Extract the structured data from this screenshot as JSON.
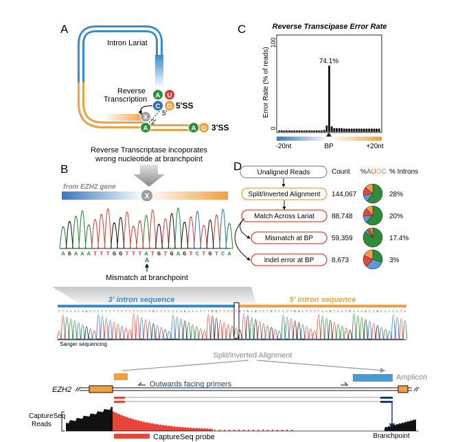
{
  "panel_a": {
    "letter": "A",
    "lariat_label": "Intron Lariat",
    "rt_label_1": "Reverse",
    "rt_label_2": "Transcription",
    "five_ss": "5'SS",
    "three_ss": "3'SS",
    "prime5": "5'",
    "prime2": "2'",
    "nuc_A": "A",
    "nuc_U": "U",
    "nuc_C": "C",
    "nuc_G": "G",
    "nuc_X": "X",
    "caption_1": "Reverse Transcriptase incoporates",
    "caption_2": "wrong nucleotide at branchpoint"
  },
  "panel_b": {
    "letter": "B",
    "gene_label": "from EZH2 gene",
    "x_label": "X",
    "sequence": [
      "A",
      "G",
      "A",
      "A",
      "A",
      "T",
      "T",
      "T",
      "G",
      "G",
      "T",
      "T",
      "T",
      "A",
      "T",
      "G",
      "T",
      "G",
      "A",
      "G",
      "T",
      "C",
      "T",
      "G",
      "T",
      "C",
      "A"
    ],
    "alt_base": "A",
    "mismatch_label": "Mismatch at branchpoint",
    "intron3_label": "3' intron sequence",
    "intron5_label": "5' intron sequence",
    "sanger_label": "Sanger sequencing"
  },
  "panel_c": {
    "letter": "C",
    "title": "Reverse Transcipase Error Rate",
    "ylabel": "Error Rate (% of reads)",
    "peak_label": "74.1%",
    "x_ticks": [
      "-20nt",
      "BP",
      "+20nt"
    ],
    "y_ticks": [
      "0",
      "100"
    ]
  },
  "panel_d": {
    "letter": "D",
    "col_count": "Count",
    "col_pct_prefix": "%",
    "col_A": "A",
    "col_U": "U",
    "col_G": "G",
    "col_C": "C",
    "col_introns": "% Introns",
    "rows": [
      {
        "label": "Unaligned Reads",
        "count": "",
        "pct": ""
      },
      {
        "label": "Split/Inverted Alignment",
        "count": "144,067",
        "pct": "28%"
      },
      {
        "label": "Match Across Lariat",
        "count": "88,748",
        "pct": "20%"
      },
      {
        "label": "Mismatch at BP",
        "count": "59,359",
        "pct": "17.4%"
      },
      {
        "label": "Indel error at BP",
        "count": "8,673",
        "pct": "3%"
      }
    ]
  },
  "bottom": {
    "split_label": "Split/inverted Alignment",
    "primers_label": "Outwards facing primers",
    "amplicon_label": "Amplicon",
    "gene_label": "EZH2",
    "captureseq_1": "CaptureSeq",
    "captureseq_2": "Reads",
    "probe_label": "CaptureSeq probe",
    "branchpoint_label": "Branchpoint"
  },
  "colors": {
    "blue": "#3a8cc8",
    "orange": "#f0a040",
    "red": "#e8453a",
    "green": "#2e8b3a",
    "navy": "#1a3f6e",
    "gray": "#9a9a9a",
    "pie_green": "#2e8b3a",
    "pie_blue": "#5b9bd5",
    "pie_red": "#e8453a",
    "pie_orange": "#f0a040"
  },
  "chart_data": {
    "type": "bar",
    "title": "Reverse Transcipase Error Rate",
    "xlabel": "",
    "ylabel": "Error Rate (% of reads)",
    "x_range": [
      "-20nt",
      "+20nt"
    ],
    "ylim": [
      0,
      100
    ],
    "categories": [
      -20,
      -19,
      -18,
      -17,
      -16,
      -15,
      -14,
      -13,
      -12,
      -11,
      -10,
      -9,
      -8,
      -7,
      -6,
      -5,
      -4,
      -3,
      -2,
      -1,
      0,
      1,
      2,
      3,
      4,
      5,
      6,
      7,
      8,
      9,
      10,
      11,
      12,
      13,
      14,
      15,
      16,
      17,
      18,
      19,
      20
    ],
    "values": [
      1.5,
      1.5,
      1.5,
      1.5,
      1.5,
      1.5,
      1.5,
      1.5,
      1.5,
      1.5,
      1.5,
      1.5,
      1.5,
      1.5,
      1.5,
      1.5,
      1.5,
      1.5,
      2,
      7,
      74.1,
      6,
      4,
      4,
      4,
      4,
      3.5,
      3.5,
      3.5,
      3.5,
      3.5,
      3.5,
      3.5,
      3.5,
      3.5,
      3.5,
      3.5,
      3.5,
      3.5,
      3.5,
      3.5
    ],
    "annotations": [
      "74.1%"
    ],
    "pies": [
      {
        "row": "Split/Inverted Alignment",
        "A": 0.6,
        "U": 0.14,
        "G": 0.14,
        "C": 0.12
      },
      {
        "row": "Match Across Lariat",
        "A": 0.62,
        "U": 0.14,
        "G": 0.12,
        "C": 0.12
      },
      {
        "row": "Mismatch at BP",
        "A": 0.85,
        "U": 0.05,
        "G": 0.05,
        "C": 0.05
      },
      {
        "row": "Indel error at BP",
        "A": 0.3,
        "U": 0.2,
        "G": 0.18,
        "C": 0.32
      }
    ]
  }
}
